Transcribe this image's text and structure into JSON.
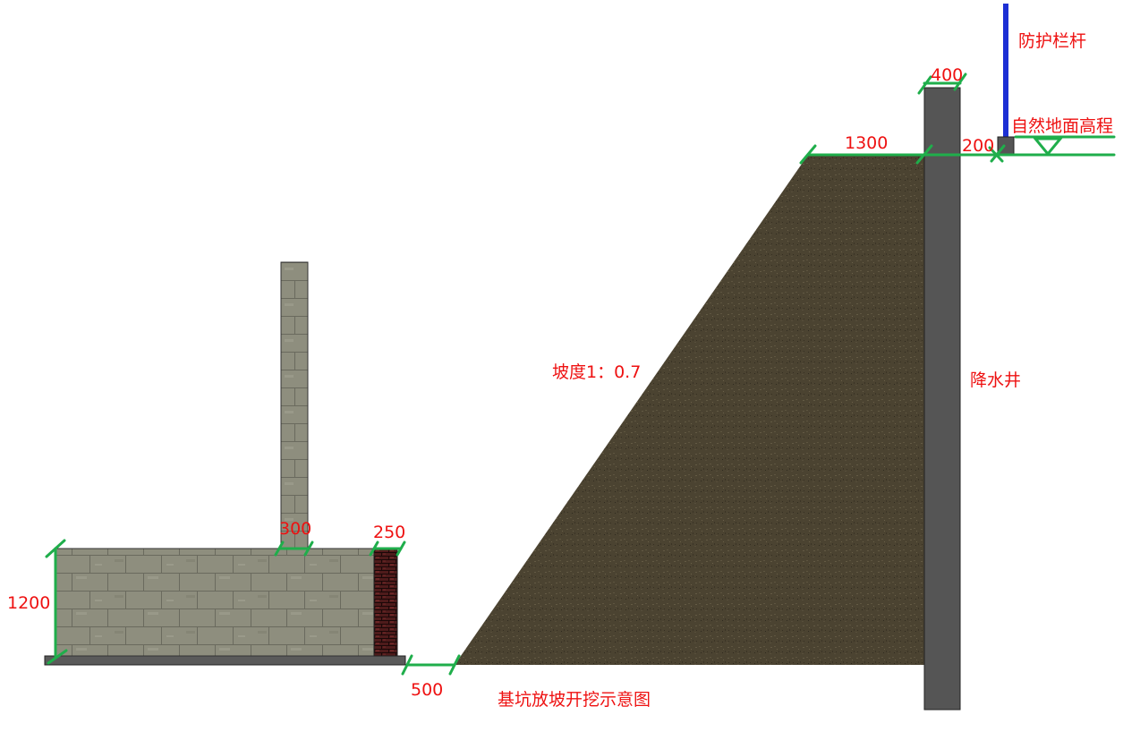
{
  "title": "基坑放坡开挖示意图",
  "labels": {
    "railing": "防护栏杆",
    "ground_elevation": "自然地面高程",
    "dewatering_well": "降水井",
    "slope_ratio": "坡度1：0.7"
  },
  "dimensions": {
    "well_width": "400",
    "slope_top_width": "1300",
    "railing_offset": "200",
    "wall_height": "1200",
    "column_width": "300",
    "brick_width": "250",
    "toe_offset": "500"
  },
  "colors": {
    "label": "#ee1111",
    "dimension": "#1fae4b",
    "soil": "#4b4331",
    "well": "#555555",
    "railing": "#1c2fd4",
    "masonry": "#8e8e7e",
    "red_brick": "#4e1b1b"
  }
}
